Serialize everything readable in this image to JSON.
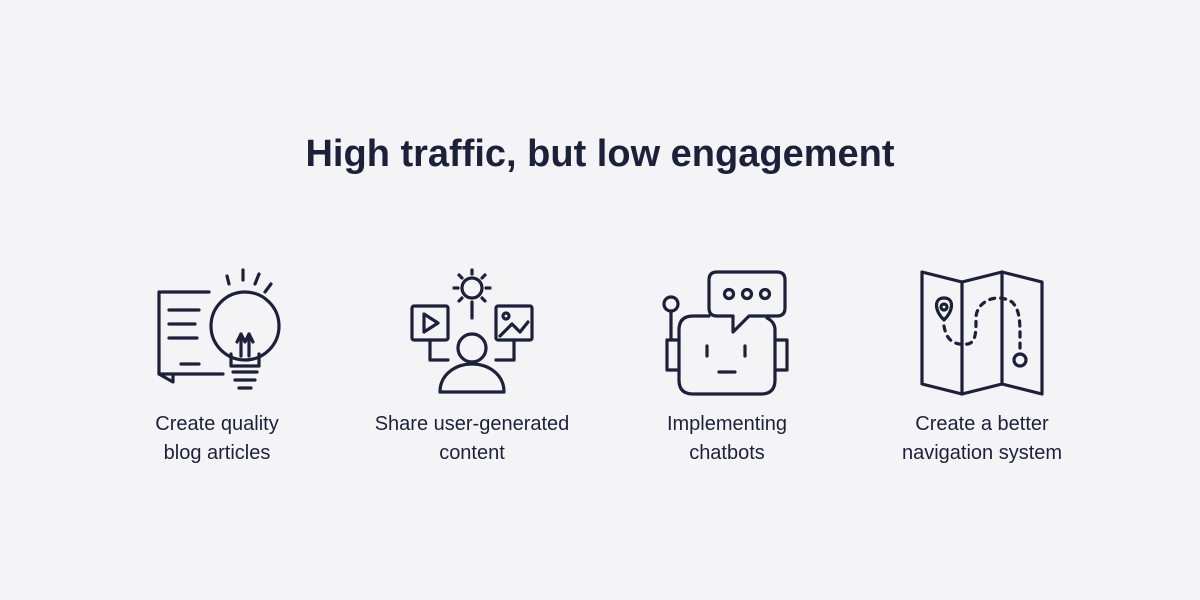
{
  "title": "High traffic, but low engagement",
  "items": [
    {
      "icon": "lightbulb-document-icon",
      "line1": "Create quality",
      "line2": "blog articles"
    },
    {
      "icon": "user-content-icon",
      "line1": "Share user-generated",
      "line2": "content"
    },
    {
      "icon": "chatbot-robot-icon",
      "line1": "Implementing",
      "line2": "chatbots"
    },
    {
      "icon": "map-route-icon",
      "line1": "Create a better",
      "line2": "navigation system"
    }
  ],
  "colors": {
    "background": "#f4f4f6",
    "ink": "#1c2039"
  }
}
